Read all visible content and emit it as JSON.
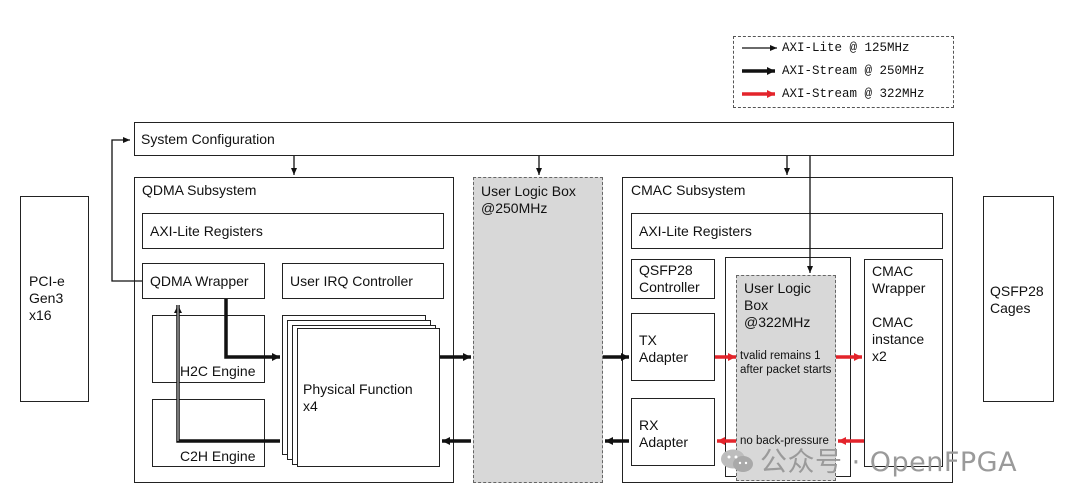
{
  "legend": {
    "items": [
      {
        "label": "AXI-Lite    @ 125MHz"
      },
      {
        "label": "AXI-Stream @ 250MHz"
      },
      {
        "label": "AXI-Stream @ 322MHz"
      }
    ]
  },
  "blocks": {
    "pcie": "PCI-e\nGen3\nx16",
    "system_config": "System Configuration",
    "qdma_subsystem": "QDMA Subsystem",
    "qdma_axi_lite": "AXI-Lite Registers",
    "qdma_wrapper": "QDMA Wrapper",
    "user_irq": "User IRQ Controller",
    "h2c_engine": "H2C Engine",
    "c2h_engine": "C2H Engine",
    "physical_function": "Physical Function\nx4",
    "user_logic_250": "User Logic Box\n@250MHz",
    "cmac_subsystem": "CMAC Subsystem",
    "cmac_axi_lite": "AXI-Lite Registers",
    "qsfp28_controller": "QSFP28\nController",
    "user_logic_322": "User Logic\nBox\n@322MHz",
    "tx_adapter": "TX\nAdapter",
    "rx_adapter": "RX\nAdapter",
    "cmac_wrapper": "CMAC\nWrapper\n\nCMAC\ninstance\nx2",
    "qsfp28_cages": "QSFP28\nCages",
    "note_tvalid": "tvalid remains 1\nafter packet starts",
    "note_backpressure": "no back-pressure"
  },
  "watermark": "公众号 · OpenFPGA",
  "colors": {
    "red": "#e3242b",
    "gray_fill": "#d8d8d8"
  }
}
